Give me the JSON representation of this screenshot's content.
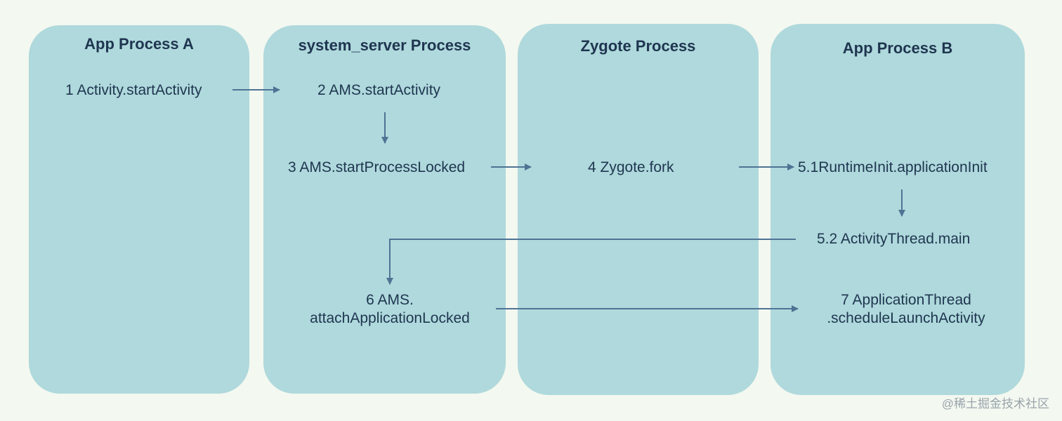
{
  "lanes": [
    {
      "title": "App Process A"
    },
    {
      "title": "system_server Process"
    },
    {
      "title": "Zygote Process"
    },
    {
      "title": "App Process B"
    }
  ],
  "steps": {
    "s1": "1 Activity.startActivity",
    "s2": "2 AMS.startActivity",
    "s3": "3 AMS.startProcessLocked",
    "s4": "4 Zygote.fork",
    "s5_1": "5.1RuntimeInit.applicationInit",
    "s5_2": "5.2 ActivityThread.main",
    "s6_line1": "6 AMS.",
    "s6_line2": "attachApplicationLocked",
    "s7_line1": "7 ApplicationThread",
    "s7_line2": ".scheduleLaunchActivity"
  },
  "watermark": "@稀土掘金技术社区",
  "colors": {
    "background": "#f3f8f0",
    "lane_fill": "#afd9dc",
    "text": "#1f3550",
    "arrow": "#4f7394"
  }
}
